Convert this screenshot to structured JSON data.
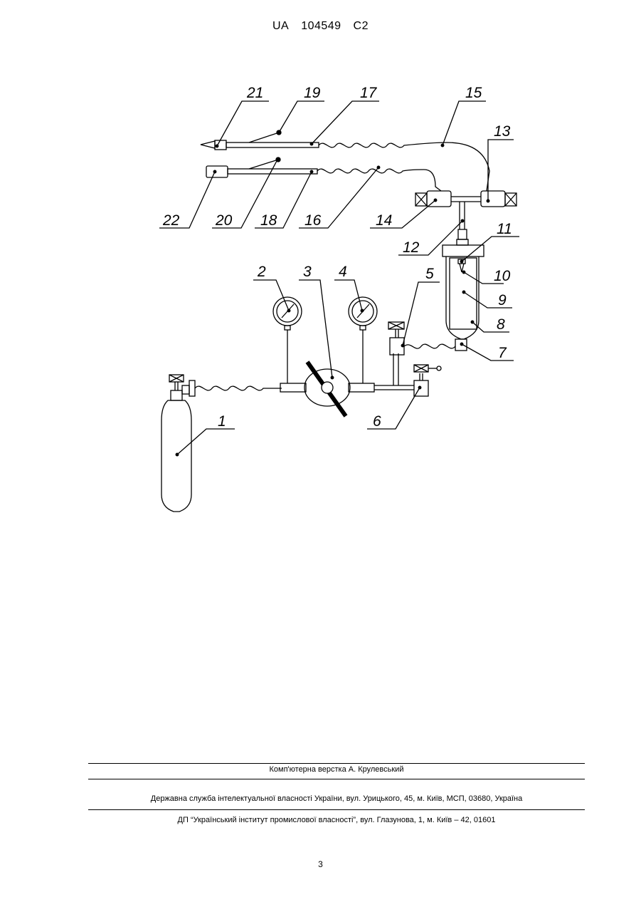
{
  "header": {
    "country": "UA",
    "number": "104549",
    "kind": "C2"
  },
  "labels": [
    "21",
    "19",
    "17",
    "15",
    "13",
    "22",
    "20",
    "18",
    "16",
    "14",
    "12",
    "11",
    "10",
    "9",
    "8",
    "7",
    "2",
    "3",
    "4",
    "5",
    "6",
    "1"
  ],
  "footer": {
    "layout_credit": "Комп'ютерна верстка А. Крулевський",
    "office": "Державна служба інтелектуальної власності України, вул. Урицького, 45, м. Київ, МСП, 03680, Україна",
    "institute": "ДП “Український інститут промислової власності”, вул. Глазунова, 1, м. Київ – 42, 01601"
  },
  "page_number": "3"
}
